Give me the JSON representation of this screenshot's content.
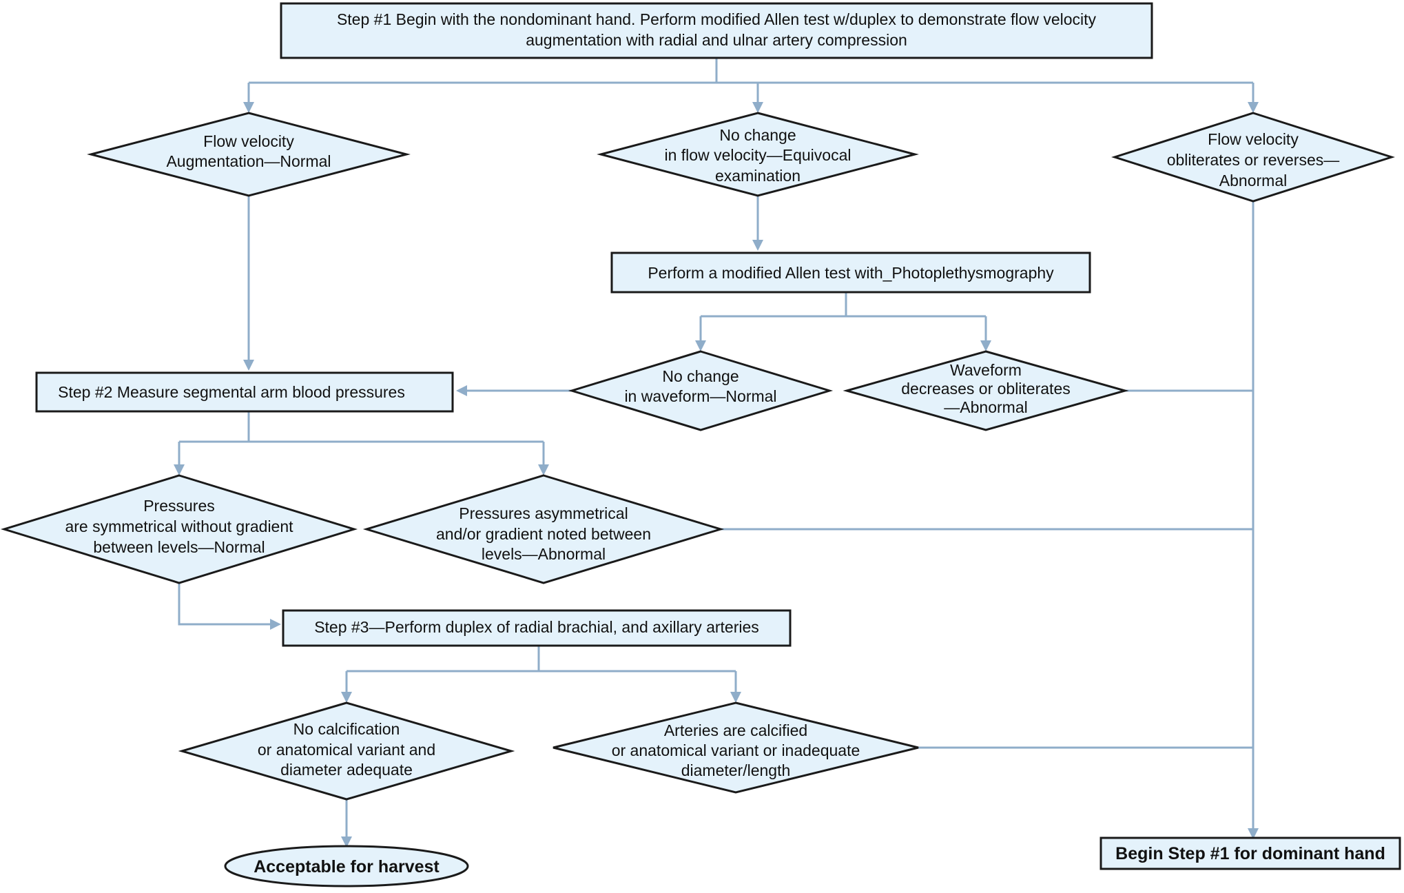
{
  "nodes": {
    "step1": {
      "lines": [
        "Step #1 Begin with the nondominant hand. Perform modified Allen test w/duplex to demonstrate flow velocity",
        "augmentation with radial and ulnar artery compression"
      ]
    },
    "flow_normal": {
      "lines": [
        "Flow velocity",
        "Augmentation—Normal"
      ]
    },
    "no_change_equivocal": {
      "lines": [
        "No change",
        "in flow velocity—Equivocal",
        "examination"
      ]
    },
    "flow_abnormal": {
      "lines": [
        "Flow velocity",
        "obliterates or reverses—",
        "Abnormal"
      ]
    },
    "pleth_test": {
      "lines": [
        "Perform a modified Allen test  with_Photoplethysmography"
      ]
    },
    "step2": {
      "lines": [
        "Step #2 Measure segmental arm blood pressures"
      ]
    },
    "waveform_normal": {
      "lines": [
        "No change",
        "in waveform—Normal"
      ]
    },
    "waveform_abnormal": {
      "lines": [
        "Waveform",
        "decreases or obliterates",
        "—Abnormal"
      ]
    },
    "pressures_normal": {
      "lines": [
        "Pressures",
        "are symmetrical without gradient",
        "between levels—Normal"
      ]
    },
    "pressures_abnormal": {
      "lines": [
        "Pressures asymmetrical",
        "and/or gradient noted between",
        "levels—Abnormal"
      ]
    },
    "step3": {
      "lines": [
        "Step #3—Perform duplex of radial brachial, and axillary arteries"
      ]
    },
    "no_calcification": {
      "lines": [
        "No calcification",
        "or anatomical variant and",
        "diameter adequate"
      ]
    },
    "calcified": {
      "lines": [
        "Arteries are calcified",
        "or anatomical variant or inadequate",
        "diameter/length"
      ]
    },
    "acceptable": {
      "lines": [
        "Acceptable for harvest"
      ]
    },
    "dominant_hand": {
      "lines": [
        "Begin Step #1 for dominant hand"
      ]
    }
  },
  "colors": {
    "node_fill": "#e4f2fb",
    "node_stroke": "#1a1a1a",
    "connector": "#8fadc9"
  }
}
